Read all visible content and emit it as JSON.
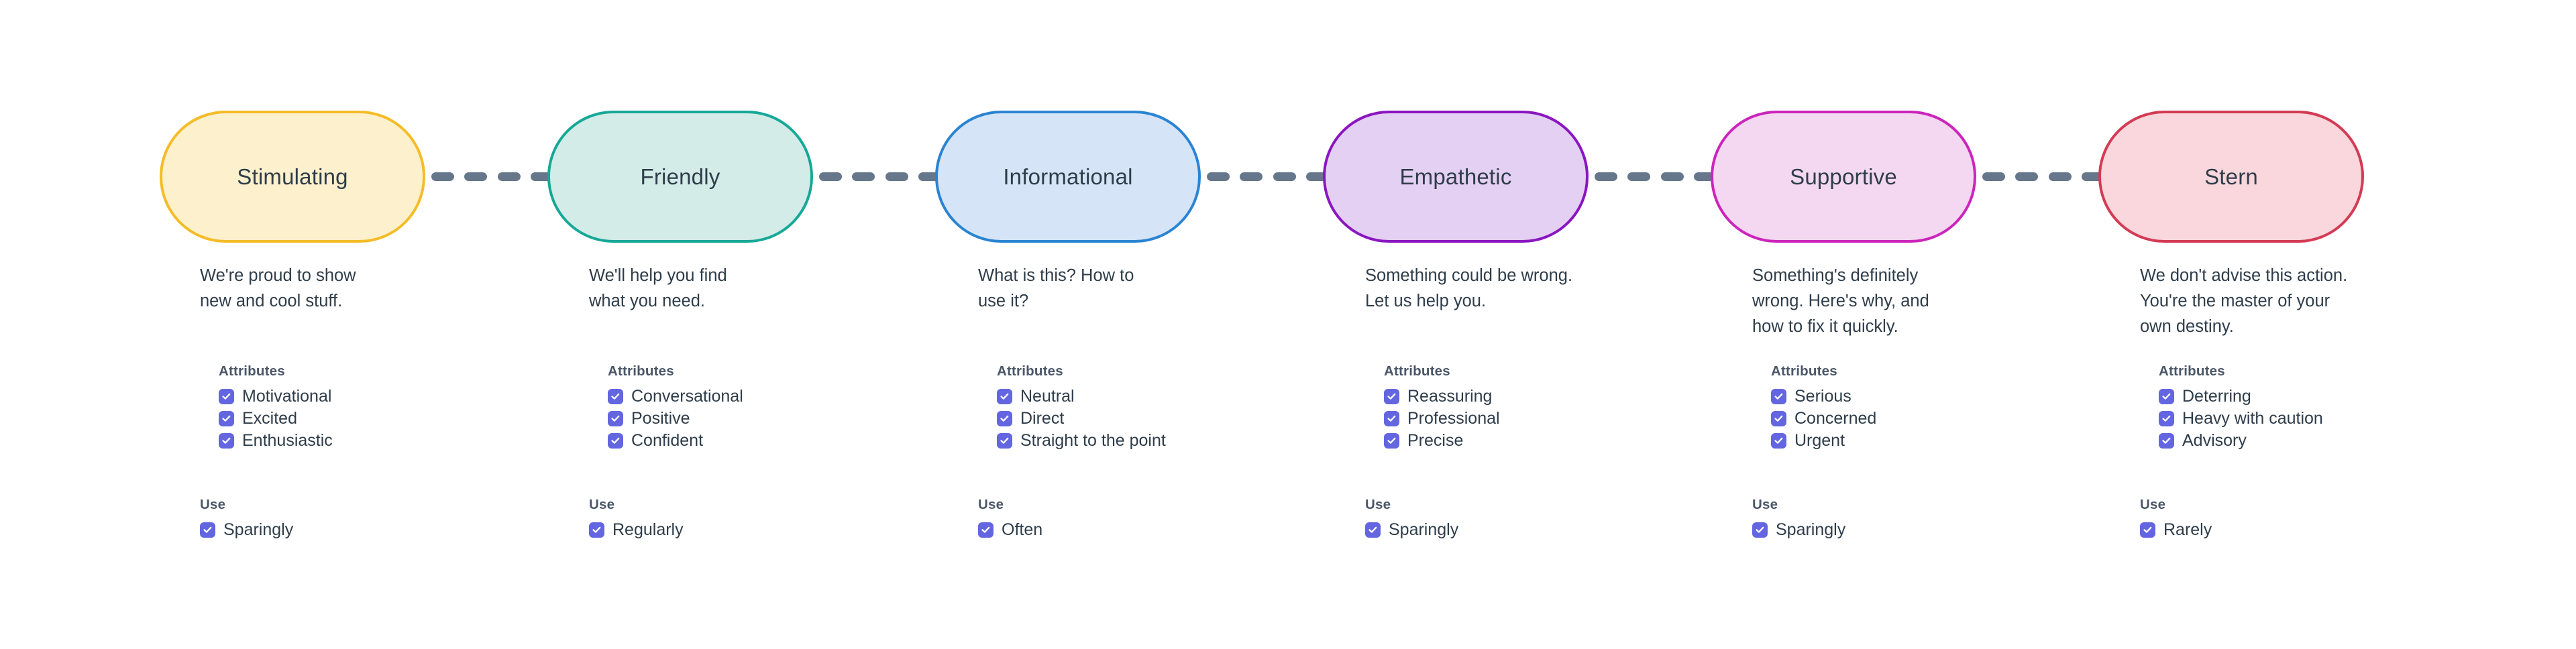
{
  "diagram": {
    "attributes_heading": "Attributes",
    "use_heading": "Use",
    "connector_dash_count": 4,
    "checkbox_color": "#6366e0",
    "dash_color": "#67778b",
    "text_color": "#2f3d4a",
    "heading_color": "#4b5768",
    "tones": [
      {
        "name": "Stimulating",
        "fill": "#fdf0cd",
        "border": "#f4bc27",
        "description": "We're proud to show\nnew and cool stuff.",
        "attributes": [
          "Motivational",
          "Excited",
          "Enthusiastic"
        ],
        "use": [
          "Sparingly"
        ]
      },
      {
        "name": "Friendly",
        "fill": "#d3ece8",
        "border": "#17a897",
        "description": "We'll help you find\nwhat you need.",
        "attributes": [
          "Conversational",
          "Positive",
          "Confident"
        ],
        "use": [
          "Regularly"
        ]
      },
      {
        "name": "Informational",
        "fill": "#d5e5f7",
        "border": "#2a84d2",
        "description": "What is this? How to\nuse it?",
        "attributes": [
          "Neutral",
          "Direct",
          "Straight to the point"
        ],
        "use": [
          "Often"
        ]
      },
      {
        "name": "Empathetic",
        "fill": "#e4d0f2",
        "border": "#8a16c1",
        "description": "Something could be wrong.\nLet us help you.",
        "attributes": [
          "Reassuring",
          "Professional",
          "Precise"
        ],
        "use": [
          "Sparingly"
        ]
      },
      {
        "name": "Supportive",
        "fill": "#f4d8f2",
        "border": "#cc25bb",
        "description": "Something's definitely\nwrong. Here's why, and\nhow to fix it quickly.",
        "attributes": [
          "Serious",
          "Concerned",
          "Urgent"
        ],
        "use": [
          "Sparingly"
        ]
      },
      {
        "name": "Stern",
        "fill": "#f9d7dc",
        "border": "#d33b55",
        "description": "We don't advise this action.\nYou're the master of your\nown destiny.",
        "attributes": [
          "Deterring",
          "Heavy with caution",
          "Advisory"
        ],
        "use": [
          "Rarely"
        ]
      }
    ]
  }
}
